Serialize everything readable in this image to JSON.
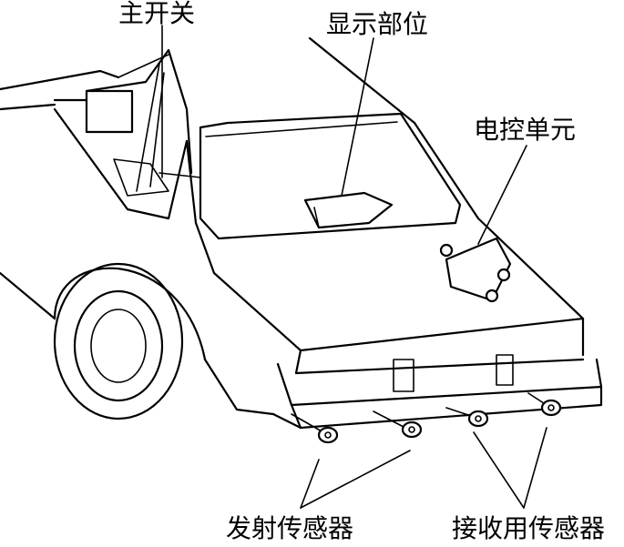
{
  "labels": {
    "main_switch": "主开关",
    "display": "显示部位",
    "ecu": "电控单元",
    "transmit_sensor": "发射传感器",
    "receive_sensor": "接收用传感器"
  }
}
